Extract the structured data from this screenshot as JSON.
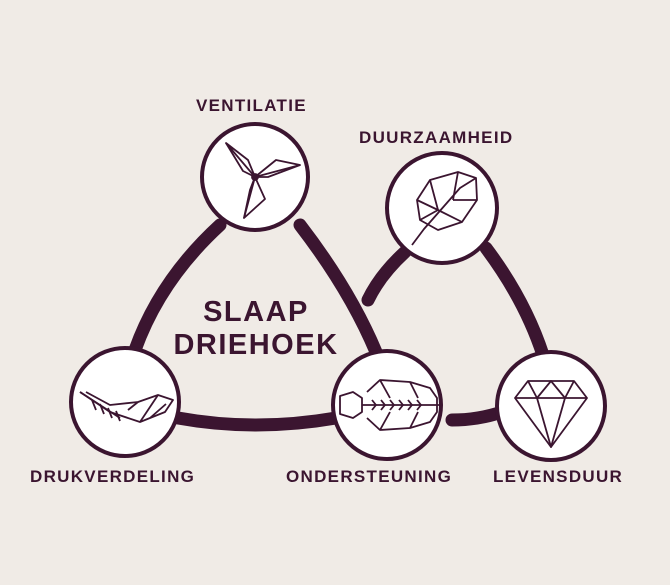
{
  "title": {
    "line1": "SLAAP",
    "line2": "DRIEHOEK"
  },
  "nodes": {
    "ventilatie": {
      "label": "VENTILATIE",
      "icon": "pinwheel-icon"
    },
    "duurzaamheid": {
      "label": "DUURZAAMHEID",
      "icon": "leaf-icon"
    },
    "drukverdeling": {
      "label": "DRUKVERDELING",
      "icon": "feather-icon"
    },
    "ondersteuning": {
      "label": "ONDERSTEUNING",
      "icon": "spine-icon"
    },
    "levensduur": {
      "label": "LEVENSDUUR",
      "icon": "diamond-icon"
    }
  },
  "colors": {
    "background": "#f0ebe6",
    "primary": "#3b1530",
    "circle_fill": "#ffffff"
  }
}
